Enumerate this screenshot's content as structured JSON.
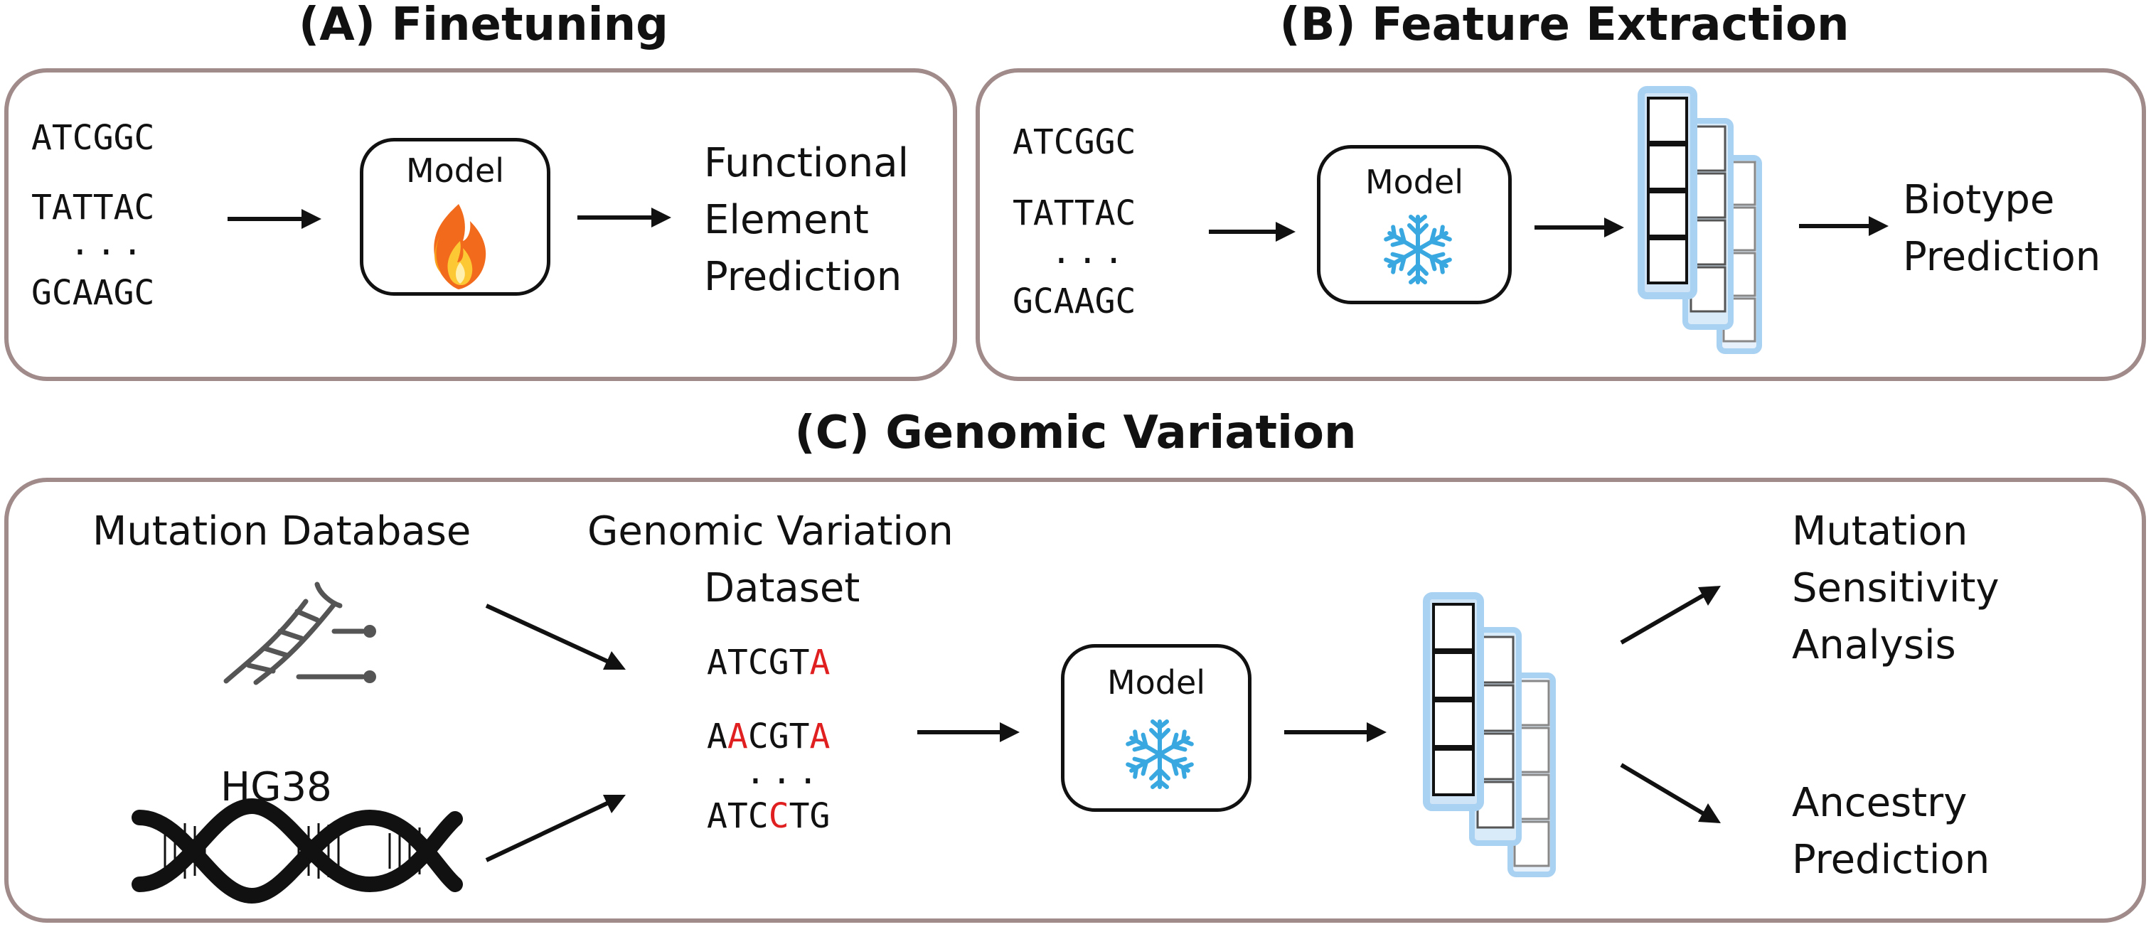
{
  "panel_a": {
    "title": "(A) Finetuning",
    "sequences": [
      "ATCGGC",
      "TATTAC",
      "GCAAGC"
    ],
    "ellipsis": "...",
    "model_label": "Model",
    "model_state_icon": "fire-icon",
    "output_lines": [
      "Functional",
      "Element",
      "Prediction"
    ]
  },
  "panel_b": {
    "title": "(B) Feature Extraction",
    "sequences": [
      "ATCGGC",
      "TATTAC",
      "GCAAGC"
    ],
    "ellipsis": "...",
    "model_label": "Model",
    "model_state_icon": "snowflake-icon",
    "output_lines": [
      "Biotype",
      "Prediction"
    ]
  },
  "panel_c": {
    "title": "(C) Genomic Variation",
    "source_1": "Mutation Database",
    "source_2": "HG38",
    "dataset_lines": [
      "Genomic Variation",
      "Dataset"
    ],
    "sequences": [
      {
        "chars": [
          "A",
          "T",
          "C",
          "G",
          "T",
          "A"
        ],
        "mutated": [
          5
        ]
      },
      {
        "chars": [
          "A",
          "A",
          "C",
          "G",
          "T",
          "A"
        ],
        "mutated": [
          1,
          5
        ]
      },
      {
        "chars": [
          "A",
          "T",
          "C",
          "C",
          "T",
          "G"
        ],
        "mutated": [
          3
        ]
      }
    ],
    "ellipsis": "...",
    "model_label": "Model",
    "model_state_icon": "snowflake-icon",
    "output_1_lines": [
      "Mutation",
      "Sensitivity",
      "Analysis"
    ],
    "output_2_lines": [
      "Ancestry",
      "Prediction"
    ]
  },
  "colors": {
    "panel_border": "#a08a8a",
    "mutation": "#e02020",
    "snowflake": "#3aa8e0",
    "embedding_glow": "#a9d1f2"
  }
}
